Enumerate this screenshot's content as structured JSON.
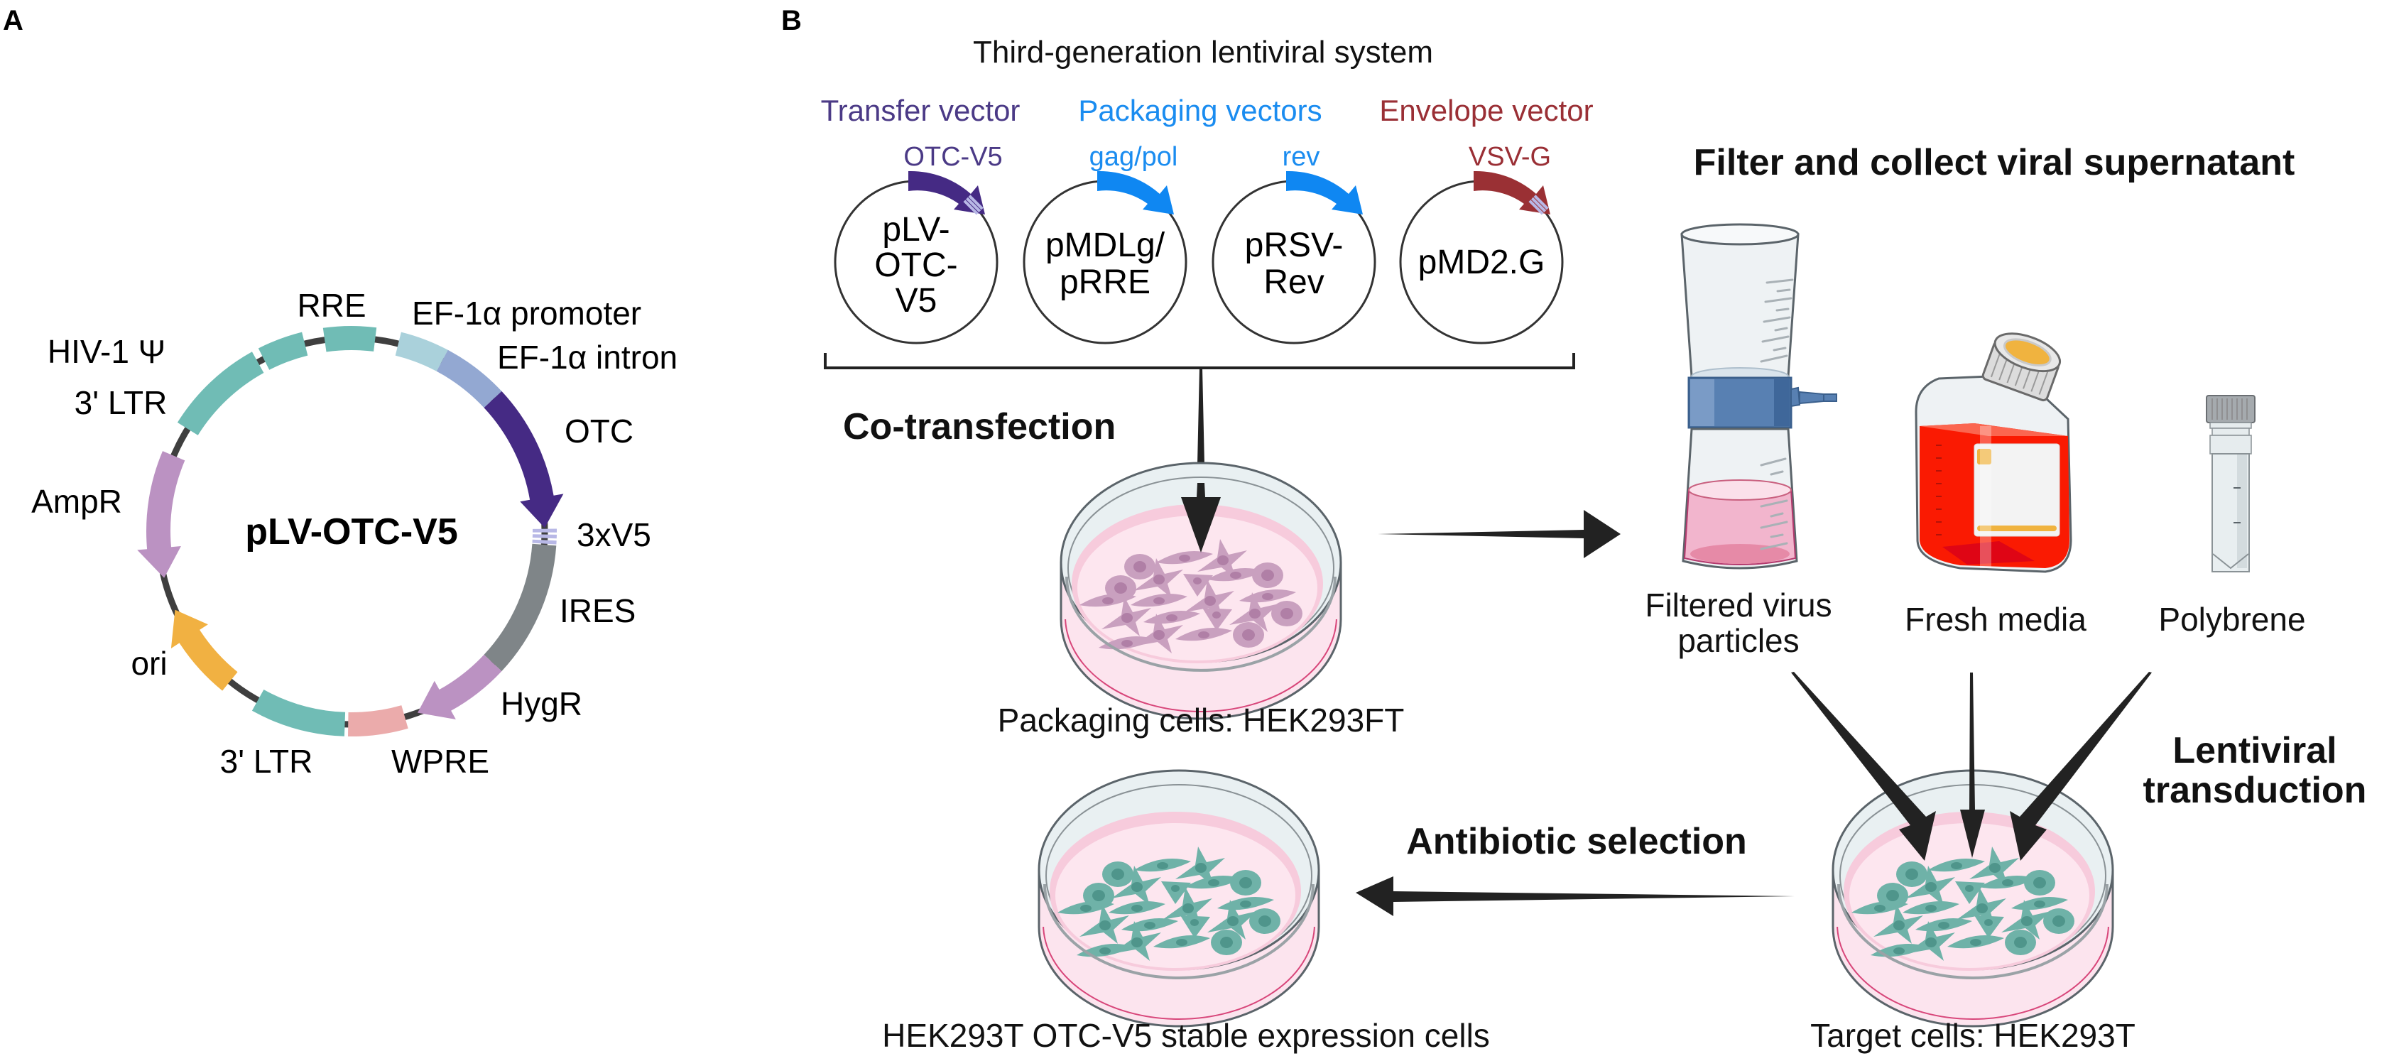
{
  "panels": {
    "a_letter": "A",
    "b_letter": "B"
  },
  "plasmid_map": {
    "name": "pLV-OTC-V5",
    "backbone_color": "#3f3f3f",
    "features": [
      {
        "id": "ltr5",
        "label": "3' LTR",
        "start_deg": 302,
        "end_deg": 331,
        "color": "#70bcb5",
        "kind": "box"
      },
      {
        "id": "psi",
        "label": "HIV-1 Ψ",
        "start_deg": 333,
        "end_deg": 346,
        "color": "#70bcb5",
        "kind": "box"
      },
      {
        "id": "rre",
        "label": "RRE",
        "start_deg": 352,
        "end_deg": 367,
        "color": "#70bcb5",
        "kind": "box"
      },
      {
        "id": "ef1a_promoter",
        "label": "EF-1α promoter",
        "start_deg": 14,
        "end_deg": 28,
        "color": "#aad1db",
        "kind": "box"
      },
      {
        "id": "ef1a_intron",
        "label": "EF-1α intron",
        "start_deg": 28,
        "end_deg": 47,
        "color": "#93a8d2",
        "kind": "box"
      },
      {
        "id": "otc",
        "label": "OTC",
        "start_deg": 47,
        "end_deg": 89,
        "color": "#452a84",
        "kind": "arrow"
      },
      {
        "id": "v5",
        "label": "3xV5",
        "start_deg": 89,
        "end_deg": 94,
        "color": "#b8b8e6",
        "kind": "tag"
      },
      {
        "id": "ires",
        "label": "IRES",
        "start_deg": 94,
        "end_deg": 133,
        "color": "#7f8588",
        "kind": "box"
      },
      {
        "id": "hygr",
        "label": "HygR",
        "start_deg": 133,
        "end_deg": 160,
        "color": "#bb92c2",
        "kind": "arrow"
      },
      {
        "id": "wpre",
        "label": "WPRE",
        "start_deg": 164,
        "end_deg": 181,
        "color": "#ebabab",
        "kind": "box"
      },
      {
        "id": "ltr3",
        "label": "3' LTR",
        "start_deg": 182,
        "end_deg": 209,
        "color": "#70bcb5",
        "kind": "box"
      },
      {
        "id": "ori",
        "label": "ori",
        "start_deg": 219,
        "end_deg": 246,
        "color": "#f1b142",
        "kind": "arrow"
      },
      {
        "id": "ampr",
        "label": "AmpR",
        "start_deg": 256,
        "end_deg": 293,
        "color": "#bb92c2",
        "kind": "arrow_ccw"
      }
    ]
  },
  "lentiviral_system": {
    "title": "Third-generation lentiviral system",
    "categories": [
      {
        "label": "Transfer vector",
        "color": "#4b3a86"
      },
      {
        "label": "Packaging vectors",
        "color": "#1a8cf0"
      },
      {
        "label": "Envelope vector",
        "color": "#9a2f35"
      }
    ],
    "vectors": [
      {
        "gene": "OTC-V5",
        "name_lines": [
          "pLV-",
          "OTC-",
          "V5"
        ],
        "color": "#452a84",
        "has_tag": true
      },
      {
        "gene": "gag/pol",
        "name_lines": [
          "pMDLg/",
          "pRRE"
        ],
        "color": "#0f87f2",
        "has_tag": false
      },
      {
        "gene": "rev",
        "name_lines": [
          "pRSV-",
          "Rev"
        ],
        "color": "#0f87f2",
        "has_tag": false
      },
      {
        "gene": "VSV-G",
        "name_lines": [
          "pMD2.G"
        ],
        "color": "#9a3034",
        "has_tag": true
      }
    ]
  },
  "workflow": {
    "cotransfection": "Co-transfection",
    "packaging_cells": "Packaging cells: HEK293FT",
    "filter_title": "Filter and collect viral supernatant",
    "reagents": [
      {
        "id": "filter",
        "label_lines": [
          "Filtered virus",
          "particles"
        ]
      },
      {
        "id": "media",
        "label_lines": [
          "Fresh media"
        ]
      },
      {
        "id": "polybrene",
        "label_lines": [
          "Polybrene"
        ]
      }
    ],
    "transduction_lines": [
      "Lentiviral",
      "transduction"
    ],
    "target_cells": "Target cells: HEK293T",
    "antibiotic_selection": "Antibiotic selection",
    "stable_cells": "HEK293T OTC-V5 stable expression cells"
  },
  "colors": {
    "packaging_cell": "#c9a0bf",
    "packaging_nucleus": "#b07fa6",
    "target_cell": "#6fb2a8",
    "target_nucleus": "#4f958b",
    "dish_media": "#fbdde8",
    "dish_rim": "#d8467a",
    "arrow": "#222222"
  }
}
